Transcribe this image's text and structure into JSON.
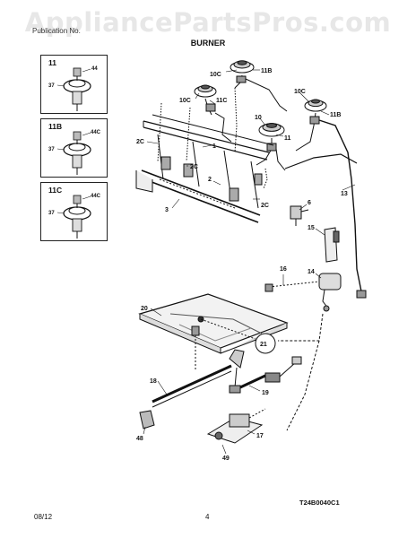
{
  "watermark": "AppliancePartsPros.com",
  "header": {
    "publication_text": "Publication No.",
    "publication_number": "",
    "section_title": "BURNER"
  },
  "insets": [
    {
      "label": "11",
      "callouts": [
        "44",
        "37"
      ]
    },
    {
      "label": "11B",
      "callouts": [
        "44C",
        "37"
      ]
    },
    {
      "label": "11C",
      "callouts": [
        "44C",
        "37"
      ]
    }
  ],
  "callouts": {
    "c10c_top": "10C",
    "c11b_top": "11B",
    "c10c_left": "10C",
    "c11c": "11C",
    "c10c_right": "10C",
    "c11b_right": "11B",
    "c10": "10",
    "c11": "11",
    "c2c_a": "2C",
    "c1": "1",
    "c2c_b": "2C",
    "c2": "2",
    "c3": "3",
    "c2c_c": "2C",
    "c6": "6",
    "c13": "13",
    "c15": "15",
    "c14": "14",
    "c16": "16",
    "c20": "20",
    "c21": "21",
    "c18": "18",
    "c19": "19",
    "c48": "48",
    "c17": "17",
    "c49": "49"
  },
  "footer": {
    "diagram_code": "T24B0040C1",
    "date": "08/12",
    "page": "4"
  }
}
